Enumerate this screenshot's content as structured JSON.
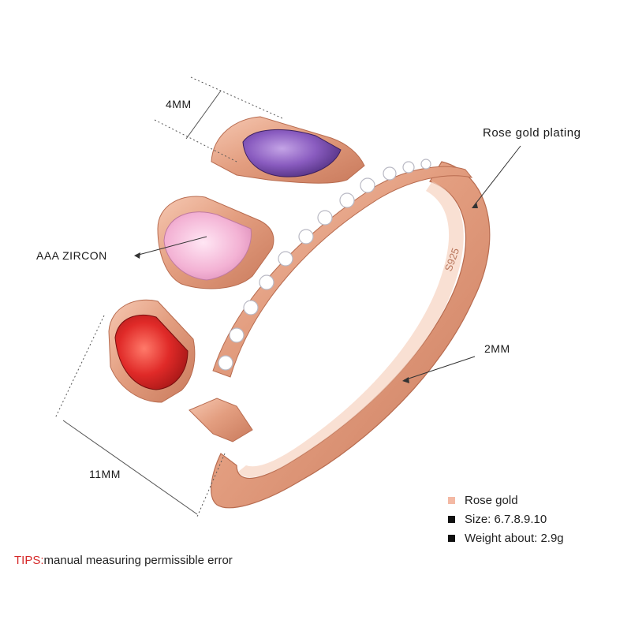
{
  "labels": {
    "top_width": "4MM",
    "plating": "Rose gold plating",
    "zircon": "AAA ZIRCON",
    "band_width": "2MM",
    "length": "11MM",
    "stamp": "S925"
  },
  "legend": [
    {
      "text": "Rose gold",
      "color": "#f4b9a4"
    },
    {
      "text": "Size: 6.7.8.9.10",
      "color": "#111111"
    },
    {
      "text": "Weight about: 2.9g",
      "color": "#111111"
    }
  ],
  "tips": {
    "prefix": "TIPS:",
    "text": "manual measuring permissible error"
  },
  "colors": {
    "rose_gold": "#e8a68a",
    "tips_red": "#d62a2a",
    "amethyst": "#7a4fa3",
    "pink_zircon": "#f2b6d6",
    "red_garnet": "#d8282b"
  }
}
